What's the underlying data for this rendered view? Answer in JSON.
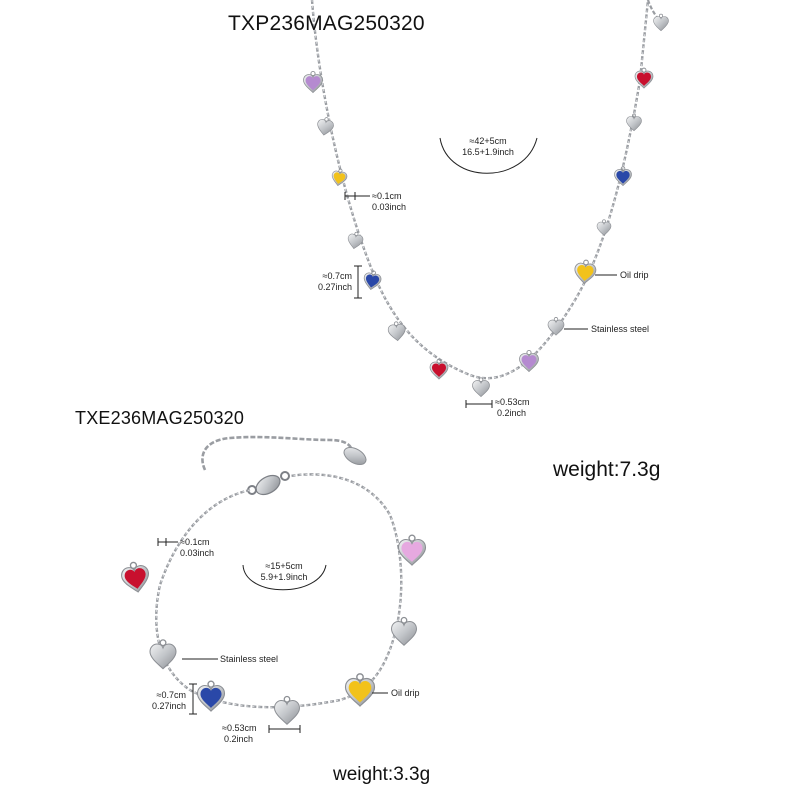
{
  "necklace": {
    "sku": "TXP236MAG250320",
    "length_line1": "≈42+5cm",
    "length_line2": "16.5+1.9inch",
    "thickness_line1": "≈0.1cm",
    "thickness_line2": "0.03inch",
    "charm_height_line1": "≈0.7cm",
    "charm_height_line2": "0.27inch",
    "charm_width_line1": "≈0.53cm",
    "charm_width_line2": "0.2inch",
    "oil_drip": "Oil drip",
    "material": "Stainless steel",
    "weight": "weight:7.3g"
  },
  "bracelet": {
    "sku": "TXE236MAG250320",
    "length_line1": "≈15+5cm",
    "length_line2": "5.9+1.9inch",
    "thickness_line1": "≈0.1cm",
    "thickness_line2": "0.03inch",
    "charm_height_line1": "≈0.7cm",
    "charm_height_line2": "0.27inch",
    "charm_width_line1": "≈0.53cm",
    "charm_width_line2": "0.2inch",
    "oil_drip": "Oil drip",
    "material": "Stainless steel",
    "weight": "weight:3.3g"
  },
  "colors": {
    "purple": "#b58ad0",
    "red": "#c8102e",
    "blue": "#2a48a8",
    "yellow": "#f2c21b",
    "pink": "#e6a9e0",
    "steel": "#c9cbce",
    "steel_dark": "#8c8f94"
  }
}
